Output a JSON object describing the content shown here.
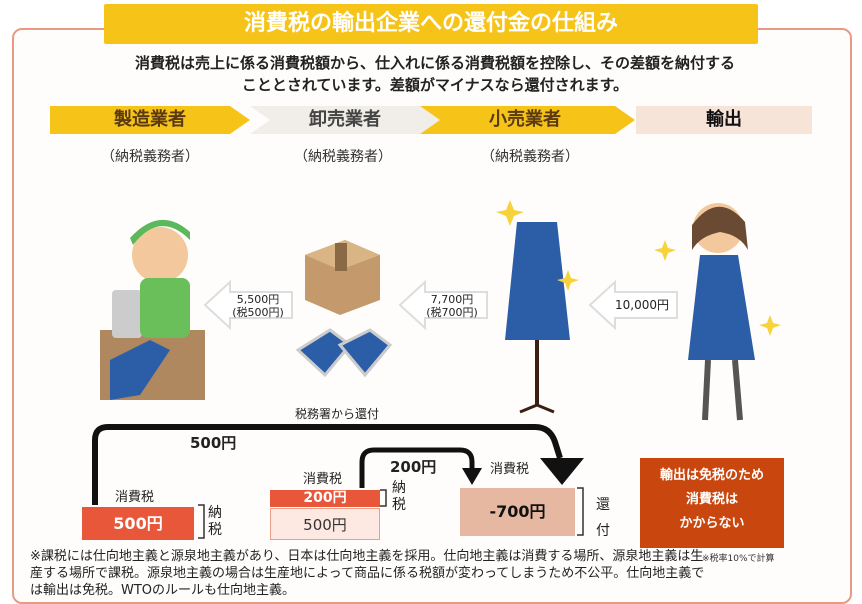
{
  "title": "消費税の輸出企業への還付金の仕組み",
  "intro_line1": "消費税は売上に係る消費税額から、仕入れに係る消費税額を控除し、その差額を納付する",
  "intro_line2": "こととされています。差額がマイナスなら還付されます。",
  "stages": [
    {
      "label": "製造業者",
      "sub": "（納税義務者）"
    },
    {
      "label": "卸売業者",
      "sub": "（納税義務者）"
    },
    {
      "label": "小売業者",
      "sub": "（納税義務者）"
    },
    {
      "label": "輸出",
      "sub": ""
    }
  ],
  "prices": {
    "p1_line1": "5,500円",
    "p1_line2": "(税500円)",
    "p2_line1": "7,700円",
    "p2_line2": "(税700円)",
    "p3_line1": "10,000円"
  },
  "refund_from_tax_office": "税務署から還付",
  "amount_500": "500円",
  "amount_200": "200円",
  "consumption_tax": "消費税",
  "box_500": "500円",
  "box_200": "200円",
  "box_500_light": "500円",
  "box_minus700": "-700円",
  "nozei_1": "納税",
  "nozei_2": "納税",
  "kanpu": "還付",
  "note_box": [
    "輸出は免税のため",
    "消費税は",
    "かからない"
  ],
  "footnote": "※課税には仕向地主義と源泉地主義があり、日本は仕向地主義を採用。仕向地主義は消費する場所、源泉地主義は生産する場所で課税。源泉地主義の場合は生産地によって商品に係る税額が変わってしまうため不公平。仕向地主義では輸出は免税。WTOのルールも仕向地主義。",
  "tax_rate_note": "※税率10%で計算",
  "colors": {
    "accent_yellow": "#f6c318",
    "chevron_gray": "#f1ede8",
    "export_pink": "#f6e4d8",
    "tax_red": "#e8573a",
    "note_brown": "#c9470f",
    "refund_tan": "#e6b8a2"
  }
}
